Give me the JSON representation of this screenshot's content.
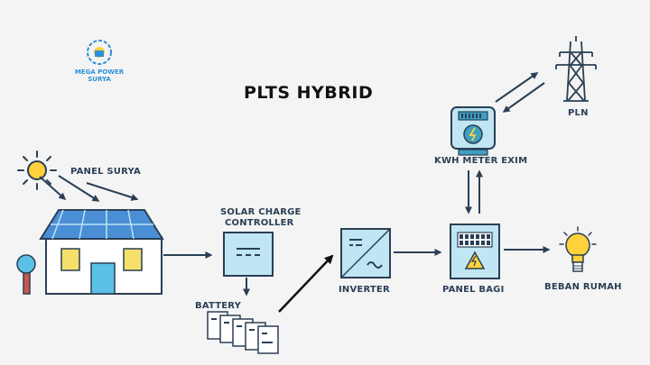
{
  "logo": {
    "line1": "MEGA POWER",
    "line2": "SURYA",
    "color": "#2b8fd9"
  },
  "title": "PLTS  HYBRID",
  "labels": {
    "panel_surya": "PANEL SURYA",
    "scc_line1": "SOLAR CHARGE",
    "scc_line2": "CONTROLLER",
    "battery": "BATTERY",
    "inverter": "INVERTER",
    "panel_bagi": "PANEL BAGI",
    "beban_rumah": "BEBAN RUMAH",
    "kwh_meter": "KWH METER EXIM",
    "pln": "PLN"
  },
  "colors": {
    "outline": "#2a3f55",
    "device_fill": "#bfe6f2",
    "screen_fill": "#3e9fc2",
    "roof_fill": "#4a8fd6",
    "wall_fill": "#ffffff",
    "window_fill": "#f5e06a",
    "door_fill": "#5bbfe6",
    "sun_fill": "#ffd23c",
    "bulb_fill": "#ffd23c",
    "tree_fill": "#5bbfe6",
    "trunk_fill": "#c9574a"
  },
  "icons": [
    "sun-icon",
    "house-icon",
    "tree-icon",
    "solar-charge-controller-icon",
    "battery-icon",
    "inverter-icon",
    "panel-bagi-icon",
    "bulb-icon",
    "kwh-meter-icon",
    "transmission-tower-icon",
    "logo-icon"
  ]
}
